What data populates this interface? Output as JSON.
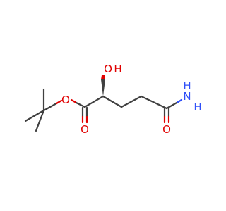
{
  "molecule": {
    "atoms": {
      "hydroxyl_o": "O",
      "hydroxyl_h": "H",
      "ester_o": "O",
      "carbonyl_o_ester": "O",
      "amide_n": "N",
      "amide_h_top": "H",
      "amide_h_right": "H",
      "amide_o": "O"
    },
    "colors": {
      "carbon_bond": "#404040",
      "oxygen": "#e00000",
      "nitrogen": "#3050f8"
    }
  }
}
